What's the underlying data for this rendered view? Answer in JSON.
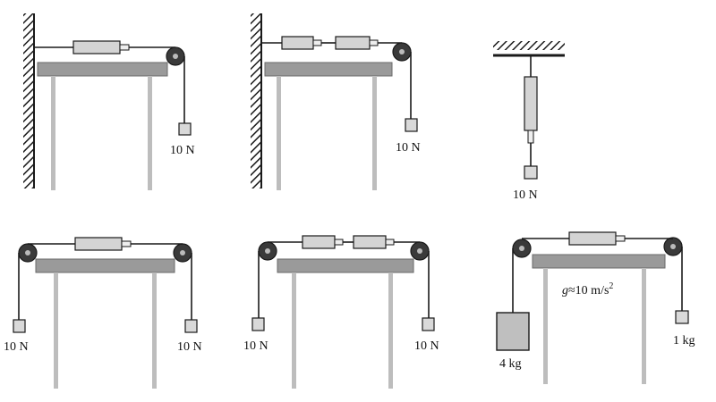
{
  "colors": {
    "ink": "#1a1a1a",
    "table_top": "#9a9a9a",
    "table_leg": "#bdbdbd",
    "spring_body": "#d4d4d4",
    "weight_fill": "#d9d9d9",
    "big_weight_fill": "#bfbfbf"
  },
  "labels": {
    "p1_weight": "10 N",
    "p2_weight": "10 N",
    "p3_weight": "10 N",
    "p4_left_weight": "10 N",
    "p4_right_weight": "10 N",
    "p5_left_weight": "10 N",
    "p5_right_weight": "10 N",
    "p6_left_mass": "4 kg",
    "p6_right_mass": "1 kg",
    "p6_gravity_g": "g",
    "p6_gravity_value": "≈10 m/s",
    "p6_gravity_exp": "2"
  }
}
